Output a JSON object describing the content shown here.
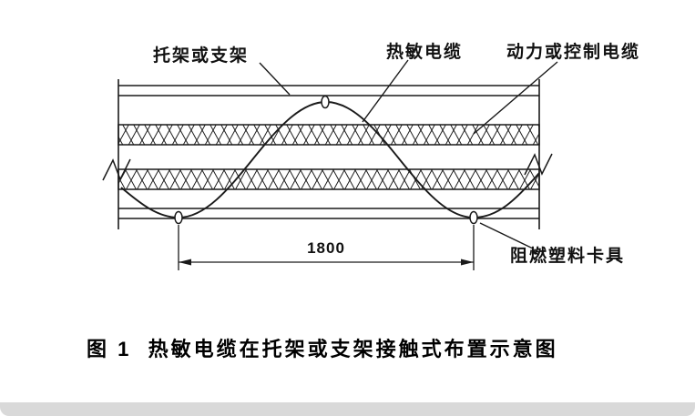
{
  "figure": {
    "labels": {
      "bracket": "托架或支架",
      "sensor_cable": "热敏电缆",
      "power_cable": "动力或控制电缆",
      "clamp": "阻燃塑料卡具"
    },
    "dimension": "1800",
    "caption": "图 1  热敏电缆在托架或支架接触式布置示意图"
  },
  "diagram_semantics": {
    "type": "technical-schematic",
    "description_elements": [
      "cable tray drawn as parallel horizontal rails",
      "two cross-hatched bands representing power/control cables",
      "sinusoidal heat-sensing cable laid across tray",
      "three small oval clamps at wave peak and troughs",
      "break marks at left and right tray edges",
      "dimension line between troughs labeled 1800"
    ]
  },
  "colors": {
    "line": "#1a1a1a",
    "background": "#ffffff",
    "footer_bar": "#d9d9d9"
  }
}
